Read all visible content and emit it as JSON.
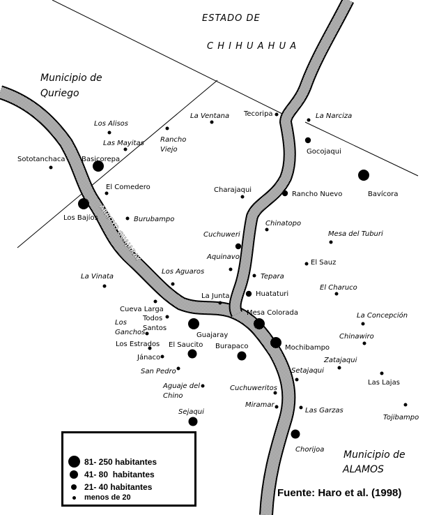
{
  "regions": {
    "state_line1": "ESTADO DE",
    "state_line2": "C H I H U A H U A",
    "quriego_line1": "Municipio de",
    "quriego_line2": "Quriego",
    "alamos_line1": "Municipio de",
    "alamos_line2": "ALAMOS"
  },
  "rivers": [
    {
      "name": "ARROYO GUAJARAY"
    }
  ],
  "places": [
    {
      "name": "Los Alisos",
      "size": "menos de 20",
      "italic": true
    },
    {
      "name": "Las Mayitas",
      "size": "menos de 20",
      "italic": true
    },
    {
      "name": "Rancho Viejo",
      "size": "menos de 20",
      "italic": true
    },
    {
      "name": "La Ventana",
      "size": "menos de 20",
      "italic": true
    },
    {
      "name": "Tecoripa",
      "size": "menos de 20",
      "italic": false
    },
    {
      "name": "La Narciza",
      "size": "menos de 20",
      "italic": true
    },
    {
      "name": "Gocojaqui",
      "size": "21-40",
      "italic": false
    },
    {
      "name": "Bavícora",
      "size": "81-250",
      "italic": false
    },
    {
      "name": "Sototanchaca",
      "size": "menos de 20",
      "italic": false
    },
    {
      "name": "Basicorepa",
      "size": "81-250",
      "italic": false
    },
    {
      "name": "El Comedero",
      "size": "menos de 20",
      "italic": false
    },
    {
      "name": "Los Bajíos",
      "size": "81-250",
      "italic": false
    },
    {
      "name": "Burubampo",
      "size": "menos de 20",
      "italic": true
    },
    {
      "name": "Charajaqui",
      "size": "menos de 20",
      "italic": false
    },
    {
      "name": "Rancho Nuevo",
      "size": "21-40",
      "italic": false
    },
    {
      "name": "Chinatopo",
      "size": "menos de 20",
      "italic": true
    },
    {
      "name": "Mesa del Tuburi",
      "size": "menos de 20",
      "italic": true
    },
    {
      "name": "Cuchuweri",
      "size": "21-40",
      "italic": true
    },
    {
      "name": "Aquinavo",
      "size": "menos de 20",
      "italic": true
    },
    {
      "name": "El Sauz",
      "size": "menos de 20",
      "italic": false
    },
    {
      "name": "Tepara",
      "size": "menos de 20",
      "italic": true
    },
    {
      "name": "El Charuco",
      "size": "menos de 20",
      "italic": true
    },
    {
      "name": "Huataturi",
      "size": "21-40",
      "italic": false
    },
    {
      "name": "La Junta",
      "size": "menos de 20",
      "italic": false
    },
    {
      "name": "Mesa Colorada",
      "size": "81-250",
      "italic": false
    },
    {
      "name": "La Concepción",
      "size": "menos de 20",
      "italic": true
    },
    {
      "name": "Los Aguaros",
      "size": "menos de 20",
      "italic": true
    },
    {
      "name": "La Vinata",
      "size": "menos de 20",
      "italic": true
    },
    {
      "name": "Cueva Larga",
      "size": "menos de 20",
      "italic": false
    },
    {
      "name": "Todos Santos",
      "size": "menos de 20",
      "italic": false
    },
    {
      "name": "Guajaray",
      "size": "81-250",
      "italic": false
    },
    {
      "name": "Los Ganchos",
      "size": "menos de 20",
      "italic": true
    },
    {
      "name": "Chinawiro",
      "size": "menos de 20",
      "italic": true
    },
    {
      "name": "Los Estrados",
      "size": "menos de 20",
      "italic": false
    },
    {
      "name": "El Saucito",
      "size": "41-80",
      "italic": false
    },
    {
      "name": "Mochibampo",
      "size": "81-250",
      "italic": false
    },
    {
      "name": "Burapaco",
      "size": "41-80",
      "italic": false
    },
    {
      "name": "Jánaco",
      "size": "menos de 20",
      "italic": false
    },
    {
      "name": "Zatajaqui",
      "size": "menos de 20",
      "italic": true
    },
    {
      "name": "San Pedro",
      "size": "menos de 20",
      "italic": true
    },
    {
      "name": "Setajaqui",
      "size": "menos de 20",
      "italic": true
    },
    {
      "name": "Las Lajas",
      "size": "menos de 20",
      "italic": false
    },
    {
      "name": "Aguaje del Chino",
      "size": "menos de 20",
      "italic": true
    },
    {
      "name": "Cuchuweritos",
      "size": "menos de 20",
      "italic": true
    },
    {
      "name": "Miramar",
      "size": "menos de 20",
      "italic": true
    },
    {
      "name": "Las Garzas",
      "size": "menos de 20",
      "italic": true
    },
    {
      "name": "Tojibampo",
      "size": "menos de 20",
      "italic": true
    },
    {
      "name": "Sejaqui",
      "size": "41-80",
      "italic": true
    },
    {
      "name": "Chorijoa",
      "size": "41-80",
      "italic": true
    }
  ],
  "legend": {
    "items": [
      {
        "label": "81- 250 habitantes",
        "size": "81-250"
      },
      {
        "label": "41- 80  habitantes",
        "size": "41-80"
      },
      {
        "label": "21- 40 habitantes",
        "size": "21-40"
      },
      {
        "label": "menos de 20",
        "size": "menos de 20"
      }
    ]
  },
  "source": "Fuente: Haro et al. (1998)",
  "colors": {
    "ink": "#000000",
    "river_fill": "#9a9a9a",
    "background": "#ffffff"
  }
}
